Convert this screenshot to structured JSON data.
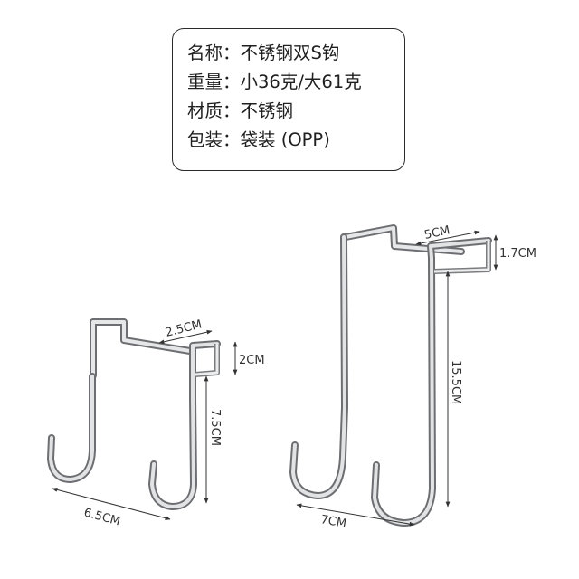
{
  "spec": {
    "name_label": "名称：",
    "name_value": "不锈钢双S钩",
    "weight_label": "重量：",
    "weight_value": "小36克/大61克",
    "material_label": "材质：",
    "material_value": "不锈钢",
    "package_label": "包装：",
    "package_value": "袋装 (OPP)"
  },
  "small_hook": {
    "depth": "2.5CM",
    "top_height": "2CM",
    "drop": "7.5CM",
    "width": "6.5CM"
  },
  "large_hook": {
    "depth": "5CM",
    "top_height": "1.7CM",
    "drop": "15.5CM",
    "width": "7CM"
  }
}
